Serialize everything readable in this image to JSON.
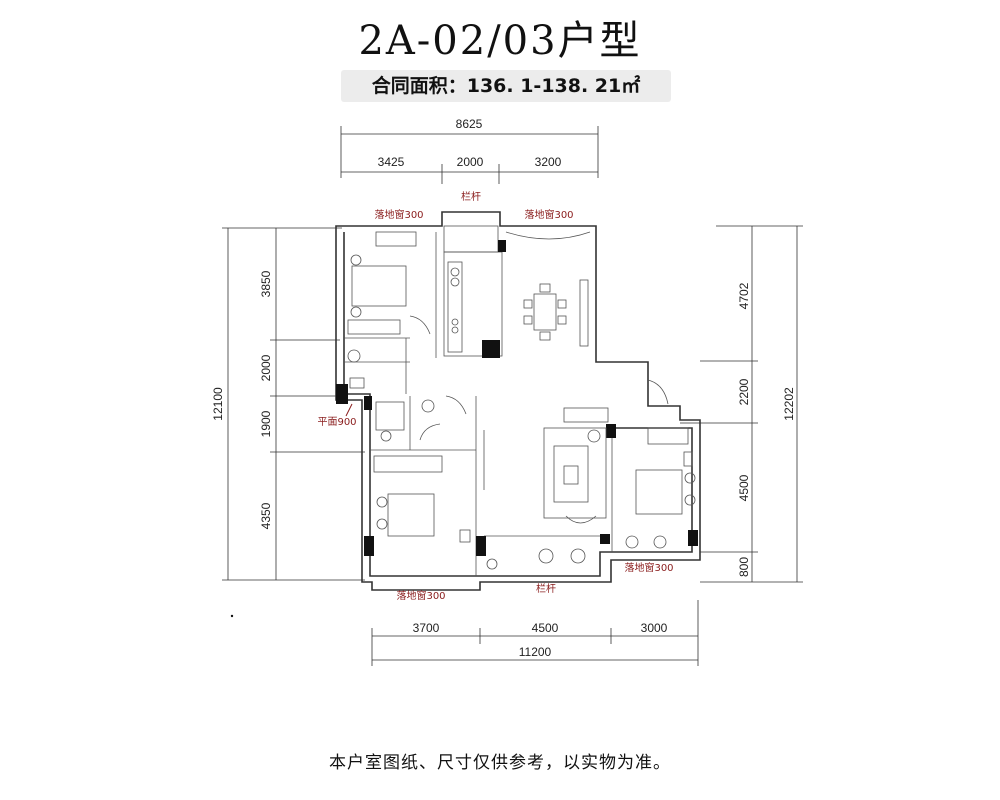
{
  "title": "2A-02/03户型",
  "area": "合同面积：136. 1-138. 21㎡",
  "footer": "本户室图纸、尺寸仅供参考，以实物为准。",
  "dimensions": {
    "top_total": "8625",
    "top_segments": [
      "3425",
      "2000",
      "3200"
    ],
    "bottom_total": "11200",
    "bottom_segments": [
      "3700",
      "4500",
      "3000"
    ],
    "left_total": "12100",
    "left_segments": [
      "3850",
      "2000",
      "1900",
      "4350"
    ],
    "right_total": "12202",
    "right_segments": [
      "4702",
      "2200",
      "4500",
      "800"
    ]
  },
  "labels": {
    "railing_top": "栏杆",
    "railing_bottom": "栏杆",
    "window_top_left": "落地窗300",
    "window_top_right": "落地窗300",
    "window_bottom_left": "落地窗300",
    "window_bottom_right": "落地窗300",
    "flat_window": "平面900"
  }
}
